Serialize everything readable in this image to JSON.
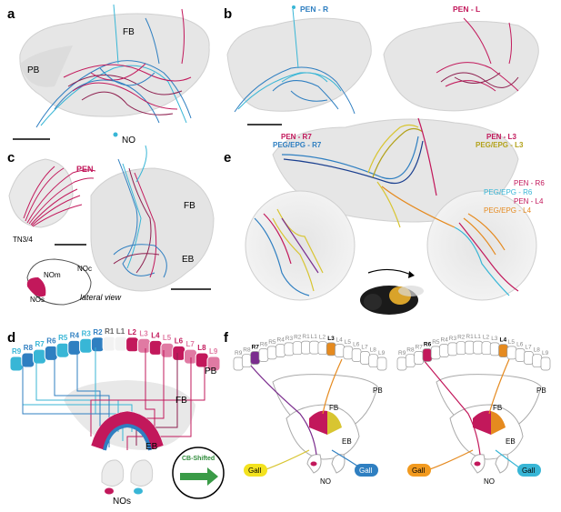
{
  "panels": {
    "a": {
      "letter": "a",
      "fb": "FB",
      "pb": "PB",
      "no": "NO"
    },
    "b": {
      "letter": "b",
      "pen_r": "PEN - R",
      "pen_l": "PEN - L"
    },
    "c": {
      "letter": "c",
      "pen": "PEN",
      "tn": "TN3/4",
      "fb": "FB",
      "eb": "EB",
      "noc": "NOc",
      "nom": "NOm",
      "nos": "NOs",
      "lateral": "lateral view"
    },
    "d": {
      "letter": "d",
      "fb": "FB",
      "pb": "PB",
      "eb": "EB",
      "nos": "NOs",
      "cb_shifted": "CB-Shifted",
      "glomeruli": [
        "R9",
        "R8",
        "R7",
        "R6",
        "R5",
        "R4",
        "R3",
        "R2",
        "R1",
        "L1",
        "L2",
        "L3",
        "L4",
        "L5",
        "L6",
        "L7",
        "L8",
        "L9"
      ]
    },
    "e": {
      "letter": "e",
      "left_labels": [
        "PEN - R7",
        "PEG/EPG - R7"
      ],
      "top_right_labels": [
        "PEN - L3",
        "PEG/EPG - L3"
      ],
      "right_labels": [
        "PEN - R6",
        "PEG/EPG - R6",
        "PEN - L4",
        "PEG/EPG - L4"
      ]
    },
    "f": {
      "letter": "f",
      "fb": "FB",
      "pb": "PB",
      "eb": "EB",
      "no": "NO",
      "gall": "Gall",
      "glomeruli": [
        "R9",
        "R8",
        "R7",
        "R6",
        "R5",
        "R4",
        "R3",
        "R2",
        "R1",
        "L1",
        "L2",
        "L3",
        "L4",
        "L5",
        "L6",
        "L7",
        "L8",
        "L9"
      ],
      "left_highlight": [
        "R7",
        "L3"
      ],
      "right_highlight": [
        "R6",
        "L4"
      ]
    }
  },
  "colors": {
    "pen": "#c2185b",
    "pen_dark": "#8e1f4f",
    "blue": "#2f7fc1",
    "cyan": "#38b6d6",
    "yellow": "#d8c531",
    "orange": "#e58a1f",
    "purple": "#7b2d8e",
    "gray": "#c9c9c9"
  }
}
